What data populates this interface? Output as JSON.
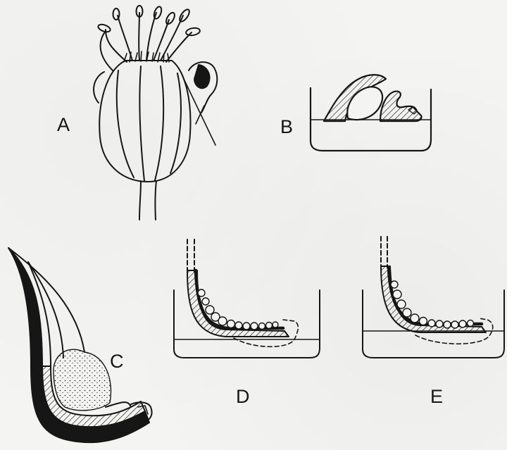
{
  "figure": {
    "panels": [
      {
        "id": "A",
        "label": "A",
        "depicts": "flower"
      },
      {
        "id": "B",
        "label": "B",
        "depicts": "section-in-dish"
      },
      {
        "id": "C",
        "label": "C",
        "depicts": "fruit-wall-section"
      },
      {
        "id": "D",
        "label": "D",
        "depicts": "section-in-dish-with-seeds"
      },
      {
        "id": "E",
        "label": "E",
        "depicts": "section-in-dish-with-seeds"
      }
    ],
    "colors": {
      "ink": "#161616",
      "paper": "#f4f4f2"
    }
  }
}
